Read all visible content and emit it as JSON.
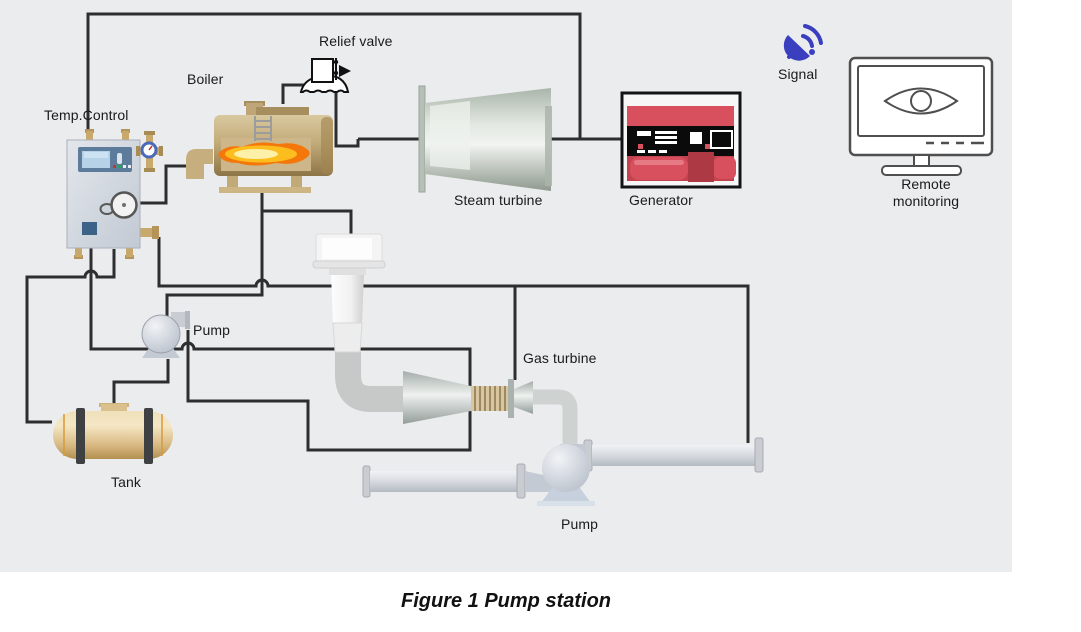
{
  "figure": {
    "caption": "Figure 1 Pump station"
  },
  "labels": {
    "temp_control": "Temp.Control",
    "boiler": "Boiler",
    "relief_valve": "Relief valve",
    "steam_turbine": "Steam turbine",
    "generator": "Generator",
    "signal": "Signal",
    "remote_line1": "Remote",
    "remote_line2": "monitoring",
    "pump_upper": "Pump",
    "gas_turbine": "Gas turbine",
    "tank": "Tank",
    "pump_lower": "Pump"
  },
  "colors": {
    "diagram_background": "#ebeced",
    "line": "#2e2e2e",
    "signal_blue": "#3a3fc0",
    "generator_red": "#d8505e",
    "tank_tan": "#dcc08c",
    "boiler_tan": "#c3ab7a",
    "flame_orange": "#f4770b",
    "monitor_outline": "#4f4f4f"
  }
}
